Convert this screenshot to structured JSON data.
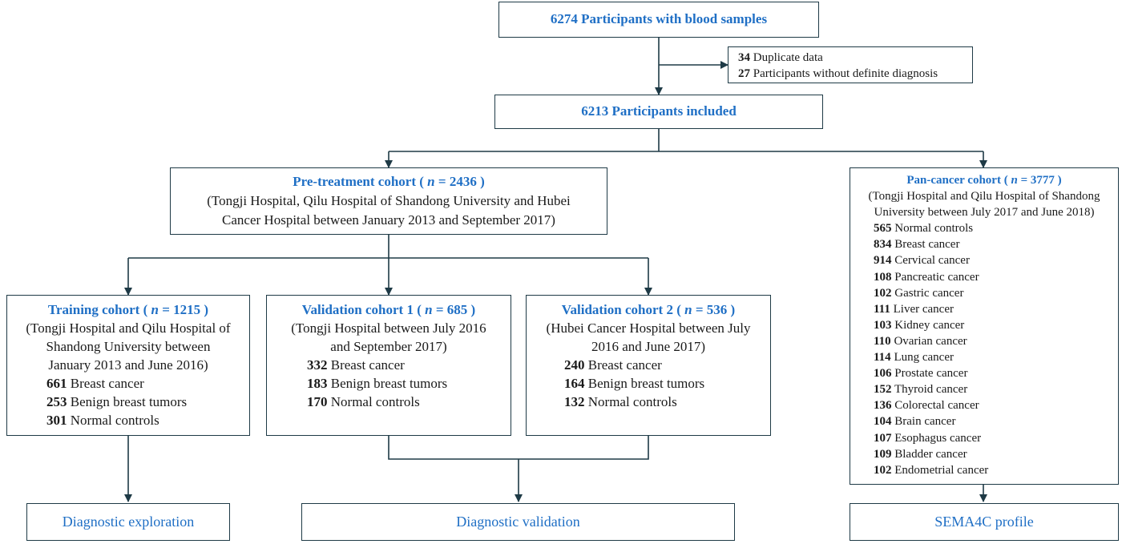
{
  "top": {
    "count": "6274",
    "label": "Participants with blood samples"
  },
  "exclusion": [
    {
      "count": "34",
      "label": "Duplicate data"
    },
    {
      "count": "27",
      "label": "Participants without definite diagnosis"
    }
  ],
  "included": {
    "count": "6213",
    "label": "Participants included"
  },
  "pretreatment": {
    "title": "Pre-treatment cohort",
    "n": "2436",
    "desc_lines": [
      "(Tongji Hospital, Qilu Hospital of Shandong University and Hubei",
      "Cancer Hospital between January 2013 and September 2017)"
    ]
  },
  "training": {
    "title": "Training cohort",
    "n": "1215",
    "desc_lines": [
      "(Tongji Hospital and Qilu Hospital of",
      "Shandong University between",
      "January 2013 and June 2016)"
    ],
    "items": [
      {
        "count": "661",
        "label": "Breast cancer"
      },
      {
        "count": "253",
        "label": "Benign breast tumors"
      },
      {
        "count": "301",
        "label": "Normal controls"
      }
    ]
  },
  "validation1": {
    "title": "Validation cohort 1",
    "n": "685",
    "desc_lines": [
      "(Tongji Hospital between July 2016",
      "and September 2017)"
    ],
    "items": [
      {
        "count": "332",
        "label": "Breast cancer"
      },
      {
        "count": "183",
        "label": "Benign breast tumors"
      },
      {
        "count": "170",
        "label": "Normal controls"
      }
    ]
  },
  "validation2": {
    "title": "Validation cohort 2",
    "n": "536",
    "desc_lines": [
      "(Hubei Cancer Hospital between July",
      "2016 and June 2017)"
    ],
    "items": [
      {
        "count": "240",
        "label": "Breast cancer"
      },
      {
        "count": "164",
        "label": "Benign breast tumors"
      },
      {
        "count": "132",
        "label": "Normal controls"
      }
    ]
  },
  "pancancer": {
    "title": "Pan-cancer cohort",
    "n": "3777",
    "desc_lines": [
      "(Tongji Hospital and Qilu Hospital of Shandong",
      "University between July 2017 and June 2018)"
    ],
    "items": [
      {
        "count": "565",
        "label": "Normal controls"
      },
      {
        "count": "834",
        "label": "Breast cancer"
      },
      {
        "count": "914",
        "label": "Cervical cancer"
      },
      {
        "count": "108",
        "label": "Pancreatic cancer"
      },
      {
        "count": "102",
        "label": "Gastric cancer"
      },
      {
        "count": "111",
        "label": "Liver cancer"
      },
      {
        "count": "103",
        "label": "Kidney cancer"
      },
      {
        "count": "110",
        "label": "Ovarian cancer"
      },
      {
        "count": "114",
        "label": "Lung cancer"
      },
      {
        "count": "106",
        "label": "Prostate cancer"
      },
      {
        "count": "152",
        "label": "Thyroid cancer"
      },
      {
        "count": "136",
        "label": "Colorectal cancer"
      },
      {
        "count": "104",
        "label": "Brain cancer"
      },
      {
        "count": "107",
        "label": "Esophagus cancer"
      },
      {
        "count": "109",
        "label": "Bladder cancer"
      },
      {
        "count": "102",
        "label": "Endometrial cancer"
      }
    ]
  },
  "outcomes": {
    "exploration": "Diagnostic exploration",
    "validation": "Diagnostic validation",
    "profile": "SEMA4C profile"
  },
  "colors": {
    "title_blue": "#1f6fc5",
    "line": "#1e3a46",
    "text": "#1a1a1a"
  }
}
